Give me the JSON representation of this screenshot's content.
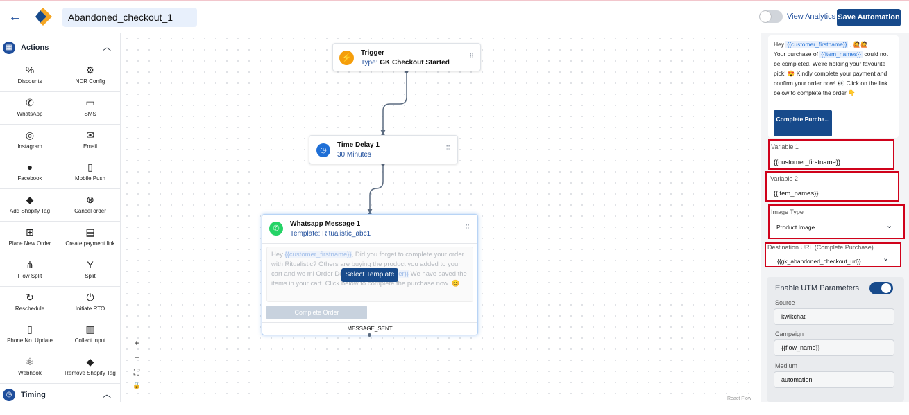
{
  "header": {
    "back_label": "←",
    "automation_name": "Abandoned_checkout_1",
    "view_analytics": "View Analytics",
    "save_label": "Save Automation"
  },
  "sidebar": {
    "sections": [
      {
        "label": "Actions",
        "chevron": "^"
      },
      {
        "label": "Timing",
        "chevron": "^"
      }
    ],
    "items": [
      {
        "label": "Discounts",
        "icon": "%"
      },
      {
        "label": "NDR Config",
        "icon": "⚙"
      },
      {
        "label": "WhatsApp",
        "icon": "✆"
      },
      {
        "label": "SMS",
        "icon": "▭"
      },
      {
        "label": "Instagram",
        "icon": "◎"
      },
      {
        "label": "Email",
        "icon": "✉"
      },
      {
        "label": "Facebook",
        "icon": "●"
      },
      {
        "label": "Mobile Push",
        "icon": "▯"
      },
      {
        "label": "Add Shopify Tag",
        "icon": "◆"
      },
      {
        "label": "Cancel order",
        "icon": "⊗"
      },
      {
        "label": "Place New Order",
        "icon": "⊞"
      },
      {
        "label": "Create payment link",
        "icon": "▤"
      },
      {
        "label": "Flow Split",
        "icon": "⋔"
      },
      {
        "label": "Split",
        "icon": "Y"
      },
      {
        "label": "Reschedule",
        "icon": "↻"
      },
      {
        "label": "Initiate RTO",
        "icon": "⏻"
      },
      {
        "label": "Phone No. Update",
        "icon": "▯"
      },
      {
        "label": "Collect Input",
        "icon": "▥"
      },
      {
        "label": "Webhook",
        "icon": "⚛"
      },
      {
        "label": "Remove Shopify Tag",
        "icon": "◆"
      }
    ]
  },
  "canvas": {
    "trigger": {
      "title": "Trigger",
      "type_prefix": "Type:",
      "type_value": "GK Checkout Started"
    },
    "delay": {
      "title": "Time Delay 1",
      "value": "30 Minutes"
    },
    "whatsapp": {
      "title": "Whatsapp Message 1",
      "template": "Template: Ritualistic_abc1",
      "body_1": "Hey ",
      "var_1": "{{customer_firstname}}",
      "body_2": ", Did you forget to complete your order with Ritualistic? Others are buying the product you added to your cart and we mi",
      "body_3": " Order Details: ",
      "var_2": "{{order_number}}",
      "body_4": " We have saved the items in your cart. Click below to complete the purchase now. 😊",
      "select_template": "Select Template",
      "complete_order": "Complete Order",
      "footer": "MESSAGE_SENT"
    },
    "zoom": [
      "+",
      "−",
      "⛶",
      "🔒"
    ],
    "attribution": "React Flow"
  },
  "panel": {
    "preview": {
      "hey": "Hey ",
      "var_1": "{{customer_firstname}}",
      "text_1": " , 🙋🙋",
      "text_2": "Your purchase of ",
      "var_2": "{{item_names}}",
      "text_3": " could not be completed. We're holding your favourite pick! 😍 Kindly complete your payment and confirm your order now! 👀 Click on the link below to complete the order 👇",
      "button": "Complete Purcha..."
    },
    "variable_1": {
      "label": "Variable 1",
      "value": "{{customer_firstname}}"
    },
    "variable_2": {
      "label": "Variable 2",
      "value": "{{item_names}}"
    },
    "image_type": {
      "label": "Image Type",
      "value": "Product Image"
    },
    "destination_url": {
      "label": "Destination URL (Complete Purchase)",
      "value": "{{gk_abandoned_checkout_url}}"
    },
    "utm": {
      "title": "Enable UTM Parameters",
      "enabled": true,
      "source_label": "Source",
      "source_value": "kwikchat",
      "campaign_label": "Campaign",
      "campaign_value": "{{flow_name}}",
      "medium_label": "Medium",
      "medium_value": "automation"
    }
  }
}
